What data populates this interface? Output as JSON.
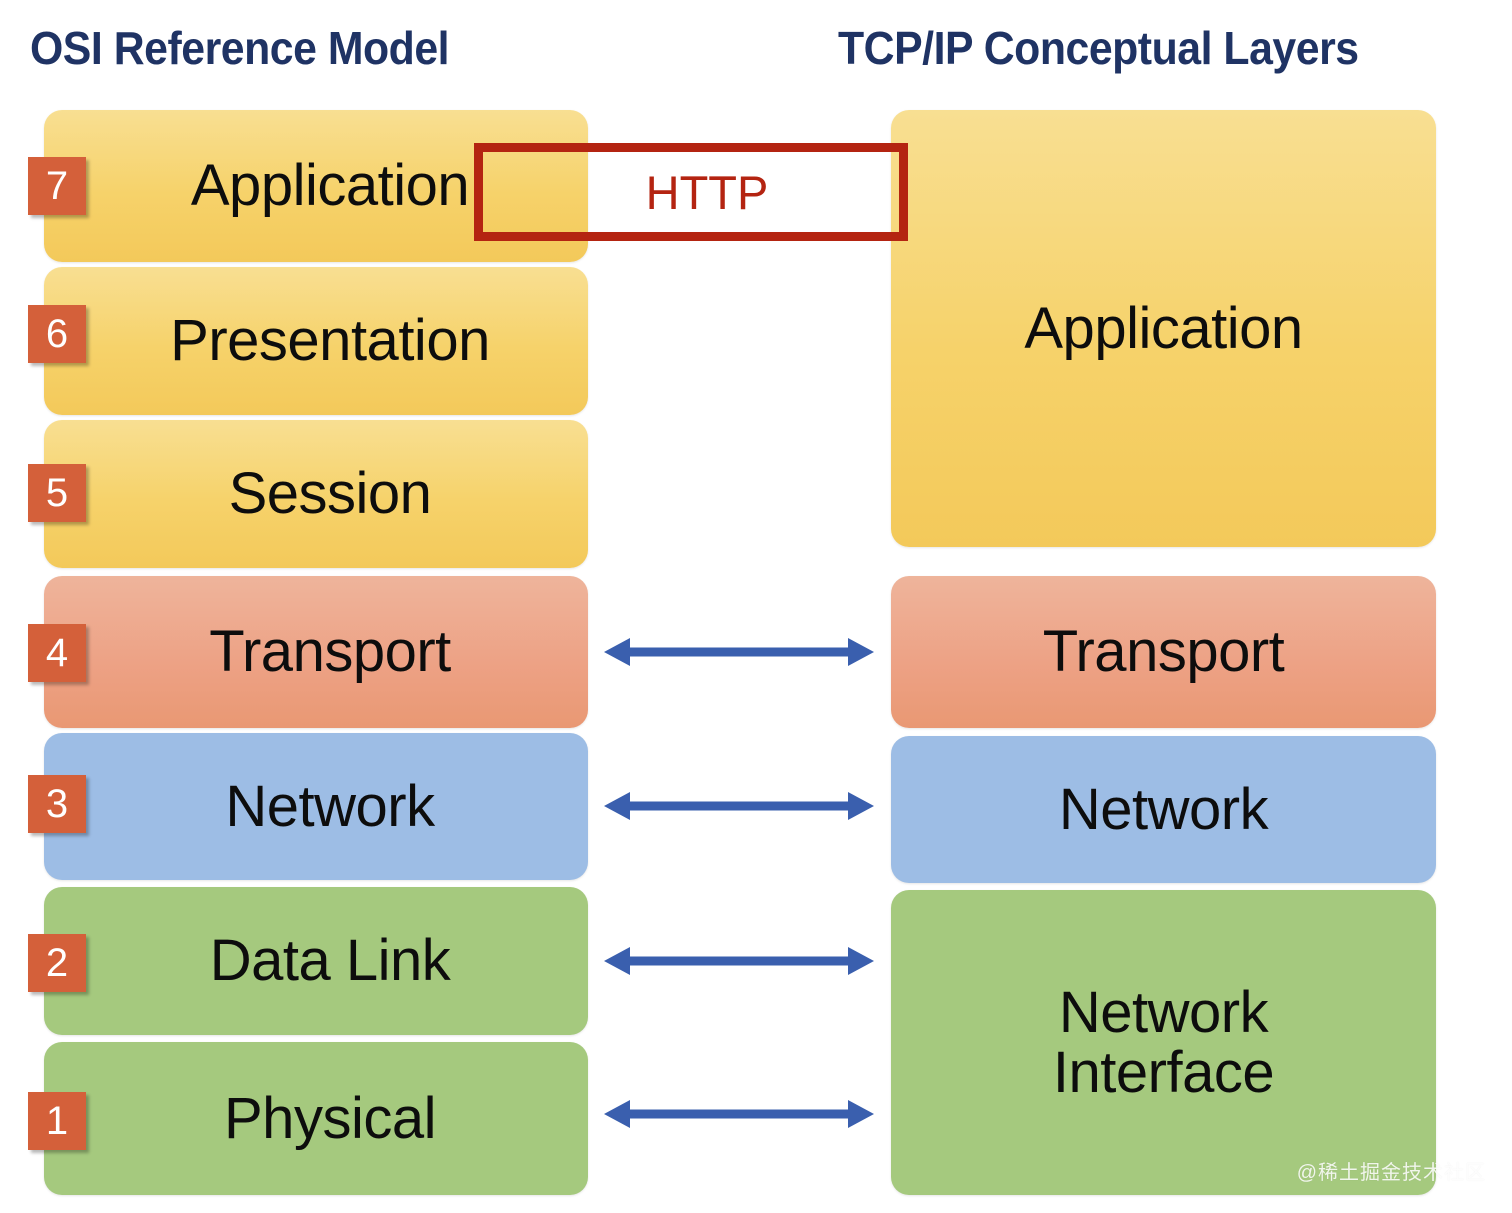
{
  "headings": {
    "left": "OSI Reference Model",
    "right": "TCP/IP Conceptual Layers"
  },
  "osi_layers": [
    {
      "number": "7",
      "label": "Application",
      "color": "#F6D26A"
    },
    {
      "number": "6",
      "label": "Presentation",
      "color": "#F6D26A"
    },
    {
      "number": "5",
      "label": "Session",
      "color": "#F6D26A"
    },
    {
      "number": "4",
      "label": "Transport",
      "color": "#EDA184"
    },
    {
      "number": "3",
      "label": "Network",
      "color": "#9DBDE5"
    },
    {
      "number": "2",
      "label": "Data Link",
      "color": "#A5C97E"
    },
    {
      "number": "1",
      "label": "Physical",
      "color": "#A5C97E"
    }
  ],
  "tcpip_layers": [
    {
      "label": "Application",
      "color": "#F6D26A"
    },
    {
      "label": "Transport",
      "color": "#EDA184"
    },
    {
      "label": "Network",
      "color": "#9DBDE5"
    },
    {
      "label": "Network\nInterface",
      "color": "#A5C97E",
      "line1": "Network",
      "line2": "Interface"
    }
  ],
  "callout": {
    "label": "HTTP",
    "border_color": "#B42411",
    "text_color": "#B42411"
  },
  "mappings": [
    {
      "from": "Transport",
      "to": "Transport",
      "style": "double-arrow"
    },
    {
      "from": "Network",
      "to": "Network",
      "style": "double-arrow"
    },
    {
      "from": "Data Link",
      "to": "Network Interface",
      "style": "double-arrow"
    },
    {
      "from": "Physical",
      "to": "Network Interface",
      "style": "double-arrow"
    }
  ],
  "theme": {
    "title_color": "#1F3364",
    "badge_color": "#D4603A",
    "arrow_color": "#3A5FAE",
    "background": "#FFFFFF"
  },
  "watermark": "@稀土掘金技术社区"
}
